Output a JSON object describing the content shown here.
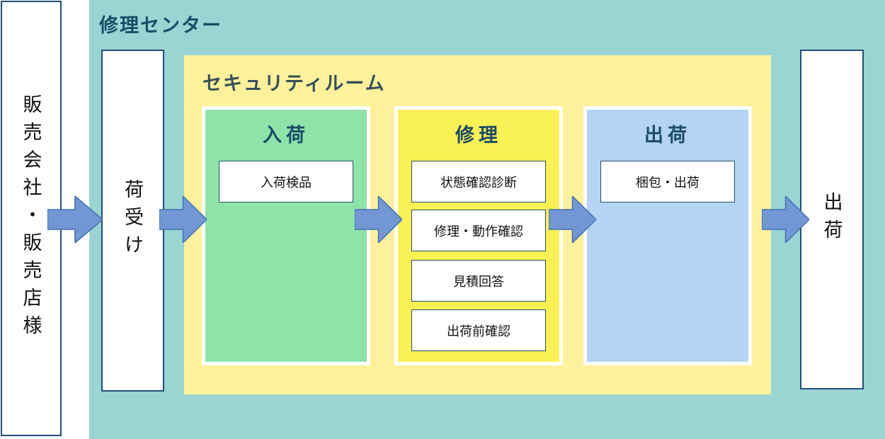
{
  "colors": {
    "background_teal": "#9BD5D3",
    "security_room_yellow": "#FDF19C",
    "inbound_green": "#8EE3A9",
    "repair_yellow": "#FAF155",
    "shipping_blue": "#B5D3F5",
    "arrow_fill": "#7396D5",
    "arrow_border": "#4470B2",
    "title_navy": "#1A4C68",
    "box_border_navy": "#1F4E79"
  },
  "sender": {
    "label": "販売会社・販売店様"
  },
  "repair_center": {
    "title": "修理センター",
    "receiving": {
      "label": "荷受け"
    },
    "security_room": {
      "title": "セキュリティルーム",
      "sections": [
        {
          "title": "入荷",
          "steps": [
            "入荷検品"
          ]
        },
        {
          "title": "修理",
          "steps": [
            "状態確認診断",
            "修理・動作確認",
            "見積回答",
            "出荷前確認"
          ]
        },
        {
          "title": "出荷",
          "steps": [
            "梱包・出荷"
          ]
        }
      ]
    }
  },
  "outbound": {
    "label": "出荷"
  }
}
